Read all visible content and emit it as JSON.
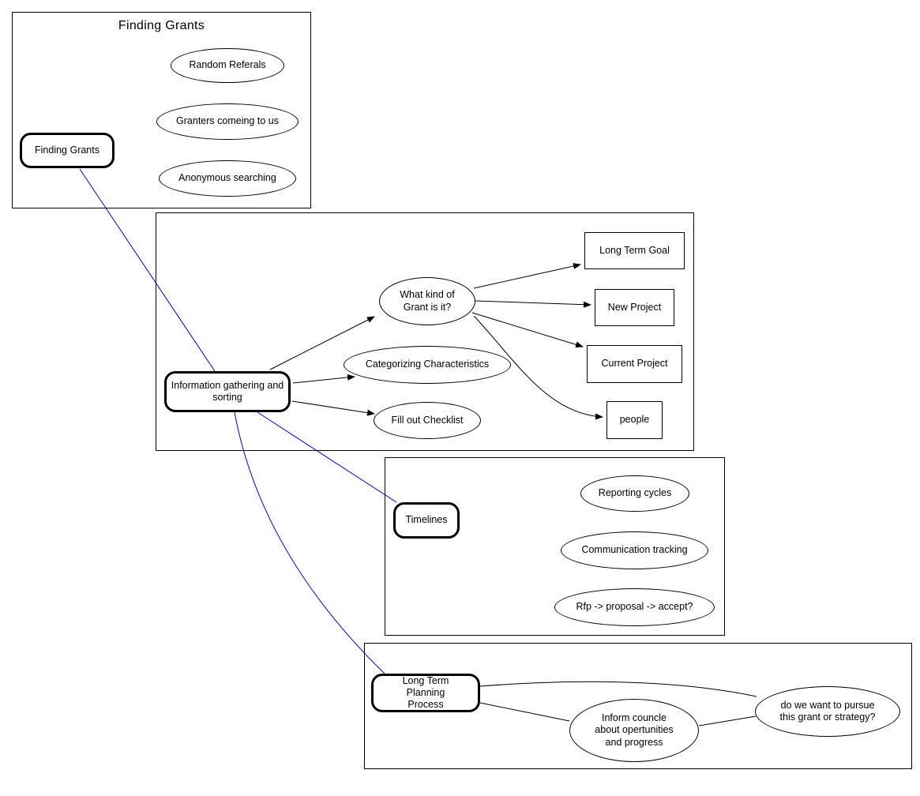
{
  "colors": {
    "link_edge": "#0000ee",
    "stroke": "#000000",
    "background": "#ffffff"
  },
  "clusters": [
    {
      "title": "Finding Grants",
      "node": "Finding Grants",
      "ellipses": [
        "Random Referals",
        "Granters comeing to us",
        "Anonymous searching"
      ]
    },
    {
      "node": "Information gathering and sorting",
      "ellipses": [
        "What kind of Grant is it?",
        "Categorizing Characteristics",
        "Fill out Checklist"
      ],
      "boxes": [
        "Long Term Goal",
        "New Project",
        "Current Project",
        "people"
      ]
    },
    {
      "node": "Timelines",
      "ellipses": [
        "Reporting cycles",
        "Communication tracking",
        "Rfp -> proposal -> accept?"
      ]
    },
    {
      "node": "Long Term Planning Process",
      "ellipses": [
        "Inform councle about opertunities and progress",
        "do we want to pursue this grant or strategy?"
      ]
    }
  ],
  "edges": [
    {
      "from": "Finding Grants",
      "to": "Information gathering and sorting",
      "style": "blue",
      "arrow": false
    },
    {
      "from": "Information gathering and sorting",
      "to": "Timelines",
      "style": "blue",
      "arrow": false
    },
    {
      "from": "Information gathering and sorting",
      "to": "Long Term Planning Process",
      "style": "blue",
      "arrow": false
    },
    {
      "from": "Information gathering and sorting",
      "to": "What kind of Grant is it?",
      "style": "black",
      "arrow": true
    },
    {
      "from": "Information gathering and sorting",
      "to": "Categorizing Characteristics",
      "style": "black",
      "arrow": true
    },
    {
      "from": "Information gathering and sorting",
      "to": "Fill out Checklist",
      "style": "black",
      "arrow": true
    },
    {
      "from": "What kind of Grant is it?",
      "to": "Long Term Goal",
      "style": "black",
      "arrow": true
    },
    {
      "from": "What kind of Grant is it?",
      "to": "New Project",
      "style": "black",
      "arrow": true
    },
    {
      "from": "What kind of Grant is it?",
      "to": "Current Project",
      "style": "black",
      "arrow": true
    },
    {
      "from": "What kind of Grant is it?",
      "to": "people",
      "style": "black",
      "arrow": true
    },
    {
      "from": "Long Term Planning Process",
      "to": "do we want to pursue this grant or strategy?",
      "style": "black",
      "arrow": false
    },
    {
      "from": "Long Term Planning Process",
      "to": "Inform councle about opertunities and progress",
      "style": "black",
      "arrow": false
    },
    {
      "from": "Inform councle about opertunities and progress",
      "to": "do we want to pursue this grant or strategy?",
      "style": "black",
      "arrow": false
    }
  ]
}
